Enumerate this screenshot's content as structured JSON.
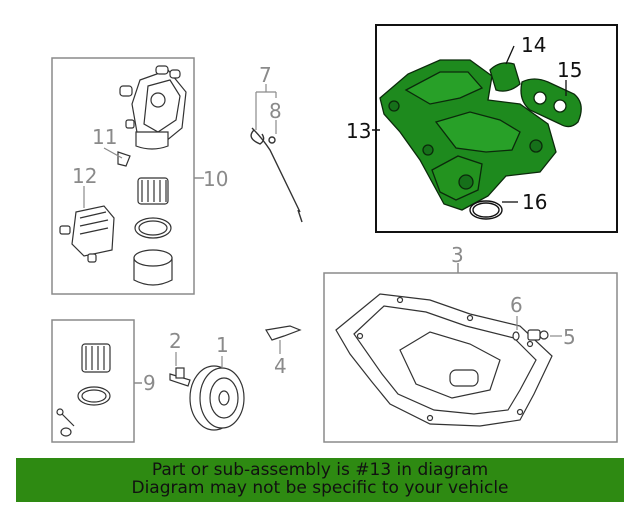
{
  "callouts": {
    "c1": "1",
    "c2": "2",
    "c3": "3",
    "c4": "4",
    "c5": "5",
    "c6": "6",
    "c7": "7",
    "c8": "8",
    "c9": "9",
    "c10": "10",
    "c11": "11",
    "c12": "12",
    "c13": "13",
    "c14": "14",
    "c15": "15",
    "c16": "16"
  },
  "highlight_color": "#1e8a1e",
  "banner": {
    "line1": "Part or sub-assembly is #13 in diagram",
    "line2": "Diagram may not be specific to your vehicle",
    "color": "#2e8a12"
  }
}
